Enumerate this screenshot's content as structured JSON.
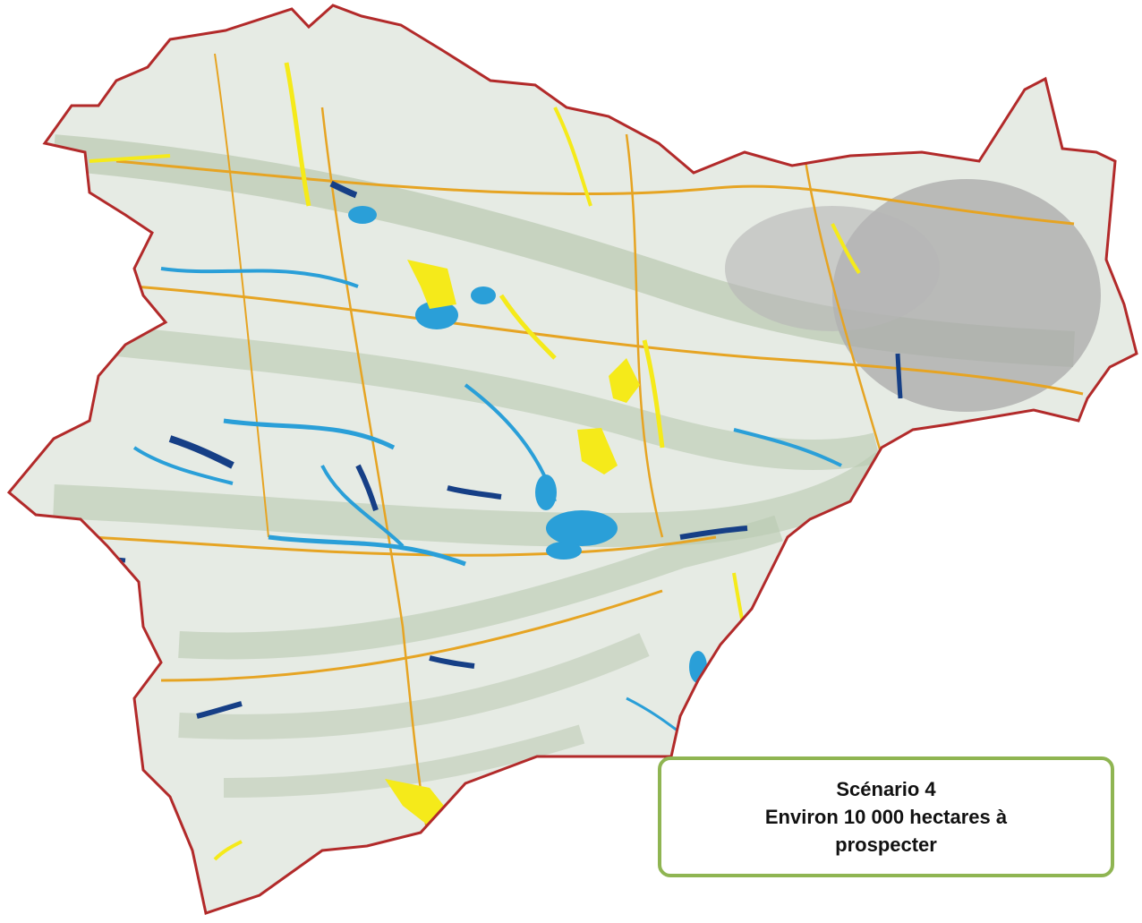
{
  "map": {
    "colors": {
      "outline": "#b22a2a",
      "land": "#e6ebe4",
      "relief": "#b9c9b0",
      "urban": "#a9a9a9",
      "roads": "#e6a423",
      "light_blue": "#2a9fd8",
      "dark_blue": "#163f86",
      "yellow": "#f5ea1a",
      "legend_border": "#8fb552"
    }
  },
  "scenario": {
    "line1": "Scénario 4",
    "line2": "Environ 10 000 hectares à",
    "line3": "prospecter"
  }
}
